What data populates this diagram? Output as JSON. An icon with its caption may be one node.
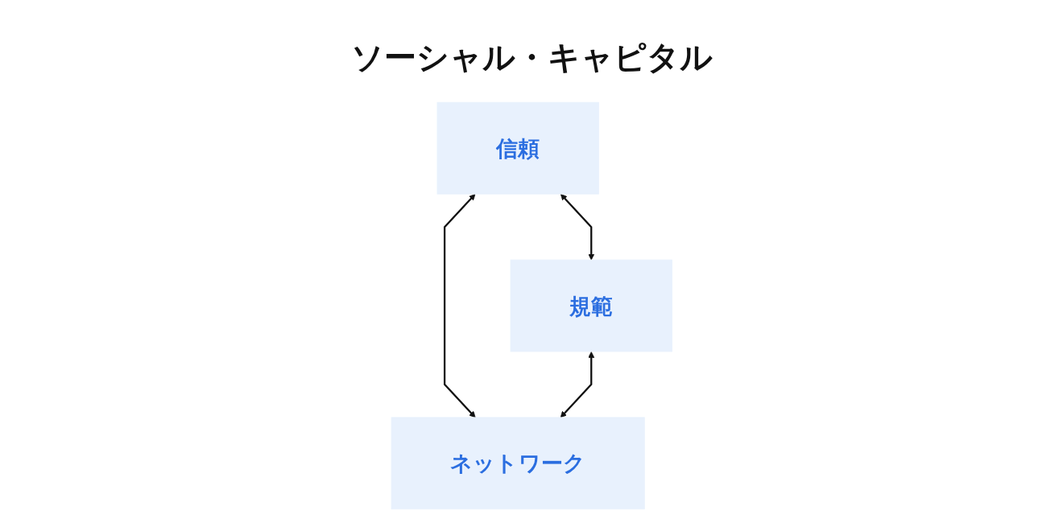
{
  "diagram": {
    "title": "ソーシャル・キャピタル",
    "nodes": [
      {
        "text": [
          "信頼"
        ]
      },
      {
        "text": [
          "規範"
        ]
      },
      {
        "text": [
          "ネットワーク"
        ]
      }
    ],
    "edges": [
      {
        "from": 0,
        "to": 1,
        "arrow": "both"
      },
      {
        "from": 0,
        "to": 2,
        "arrow": "both"
      },
      {
        "from": 1,
        "to": 2,
        "arrow": "both"
      }
    ]
  }
}
